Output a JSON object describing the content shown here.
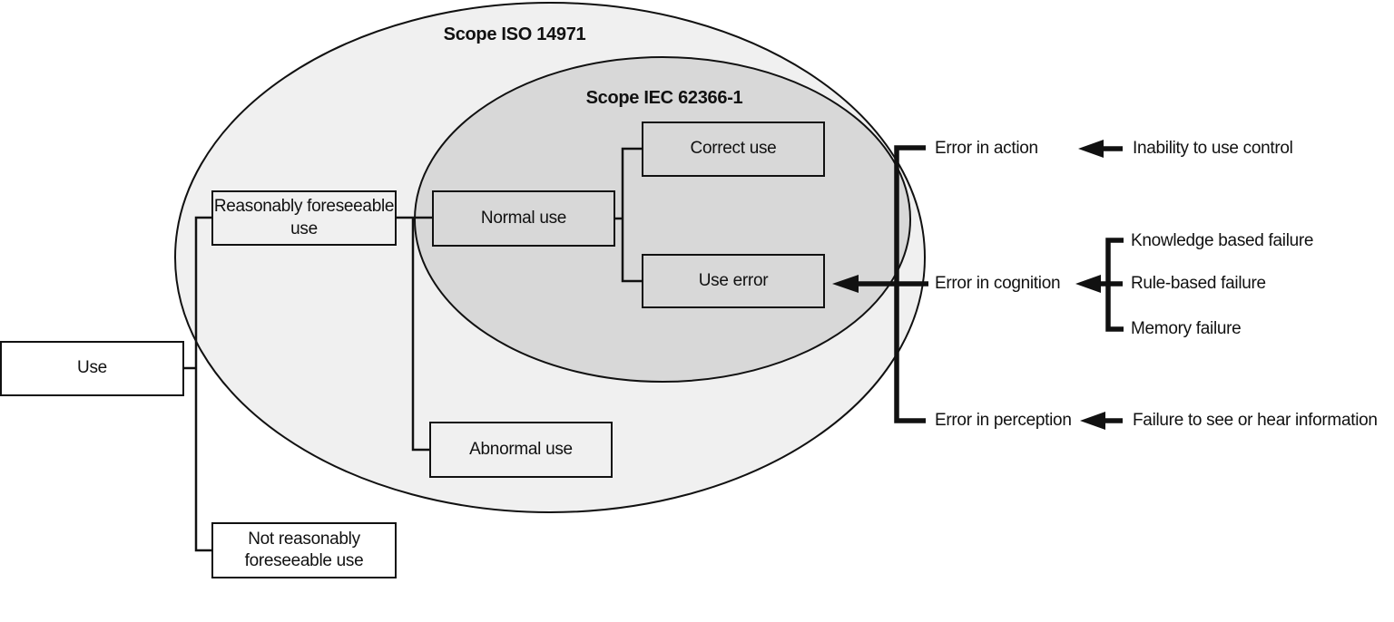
{
  "diagram": {
    "scopes": {
      "outer": "Scope ISO 14971",
      "inner": "Scope IEC 62366-1"
    },
    "nodes": {
      "use": "Use",
      "reasonably_foreseeable": "Reasonably foreseeable use",
      "not_reasonably_foreseeable": "Not reasonably foreseeable use",
      "normal_use": "Normal use",
      "correct_use": "Correct use",
      "use_error": "Use error",
      "abnormal_use": "Abnormal use"
    },
    "error_types": [
      {
        "label": "Error in action",
        "causes": [
          "Inability to use control"
        ]
      },
      {
        "label": "Error in cognition",
        "causes": [
          "Knowledge based failure",
          "Rule-based failure",
          "Memory failure"
        ]
      },
      {
        "label": "Error in perception",
        "causes": [
          "Failure to see or hear information"
        ]
      }
    ],
    "colors": {
      "outer_scope_fill": "#f0f0f0",
      "inner_scope_fill": "#d8d8d8",
      "line": "#111111",
      "background": "#ffffff"
    }
  }
}
